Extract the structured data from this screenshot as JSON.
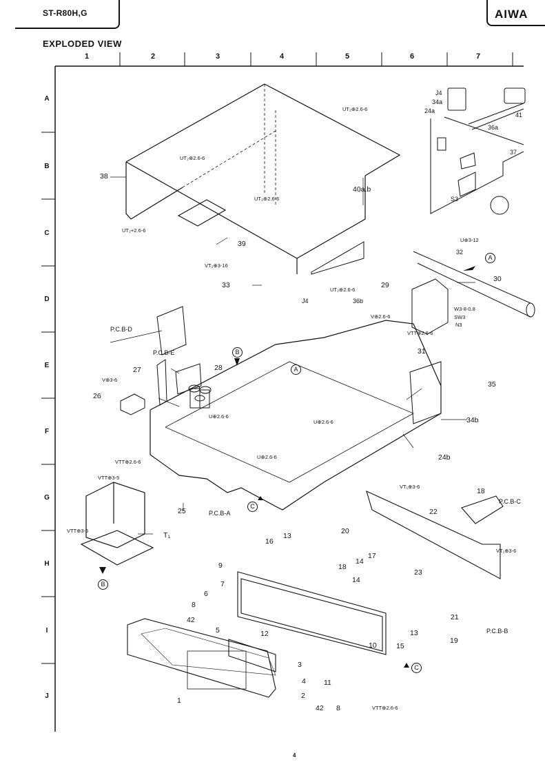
{
  "header": {
    "model": "ST-R80H,G",
    "brand": "AIWA",
    "section_title": "EXPLODED VIEW"
  },
  "grid": {
    "columns": [
      "1",
      "2",
      "3",
      "4",
      "5",
      "6",
      "7"
    ],
    "rows": [
      "A",
      "B",
      "C",
      "D",
      "E",
      "F",
      "G",
      "H",
      "I",
      "J"
    ]
  },
  "callouts": {
    "c38": "38",
    "c39": "39",
    "c40ab": "40a.b",
    "cJ4a": "J4",
    "c34a": "34a",
    "c24a": "24a",
    "c36a": "36a",
    "c41": "41",
    "c37": "37",
    "cS3": "S3",
    "c33": "33",
    "cJ4b": "J4",
    "c36b": "36b",
    "c29": "29",
    "c32": "32",
    "c30": "30",
    "cW3": "W3-8-0.8",
    "cSW3": "SW3",
    "cN3": "N3",
    "cPCBD": "P.C.B-D",
    "cPCBE": "P.C.B-E",
    "c27": "27",
    "c26": "26",
    "c28": "28",
    "c31": "31",
    "c35": "35",
    "c34b": "34b",
    "c24b": "24b",
    "c25": "25",
    "cPCBA": "P.C.B-A",
    "cT1": "T₁",
    "c18a": "18",
    "cPCBC": "P.C.B-C",
    "c22": "22",
    "c20": "20",
    "c23": "23",
    "c17": "17",
    "c14a": "14",
    "c14b": "14",
    "c21": "21",
    "cPCBB": "P.C.B-B",
    "c19": "19",
    "c15": "15",
    "c13a": "13",
    "c13b": "13",
    "c16": "16",
    "c9": "9",
    "c18b": "18",
    "c7": "7",
    "c6": "6",
    "c8a": "8",
    "c42a": "42",
    "c5": "5",
    "c12": "12",
    "c10": "10",
    "c3": "3",
    "c4": "4",
    "c2": "2",
    "c1": "1",
    "c11": "11",
    "c42b": "42",
    "c8b": "8"
  },
  "screws": {
    "s1": "UT₂⊕2.6-6",
    "s2": "UT₂⊕2.6-6",
    "s3": "UT₂⊕2.6-6",
    "s4": "UT₂+2.6-6",
    "s5": "U⊕3-12",
    "s6": "VT₂⊕3-16",
    "s7": "UT₂⊕2.6-6",
    "s8": "V⊕2.6-6",
    "s9": "VTT⊕2.6-6",
    "s10": "V⊕3-6",
    "s11": "U⊕2.6-6",
    "s12": "U⊕2.6-6",
    "s13": "VTT⊕2.6-6",
    "s14": "VTT⊕3-5",
    "s15": "U⊕2.6-6",
    "s16": "VTT⊕3-5",
    "s17": "VT₁⊕3-6",
    "s18": "VT₁⊕3-6",
    "s19": "VTT⊕2.6-6"
  },
  "markers": {
    "A1": "A",
    "A2": "A",
    "B1": "B",
    "B2": "B",
    "C1": "C",
    "C2": "C"
  },
  "footer": {
    "page": "4"
  }
}
